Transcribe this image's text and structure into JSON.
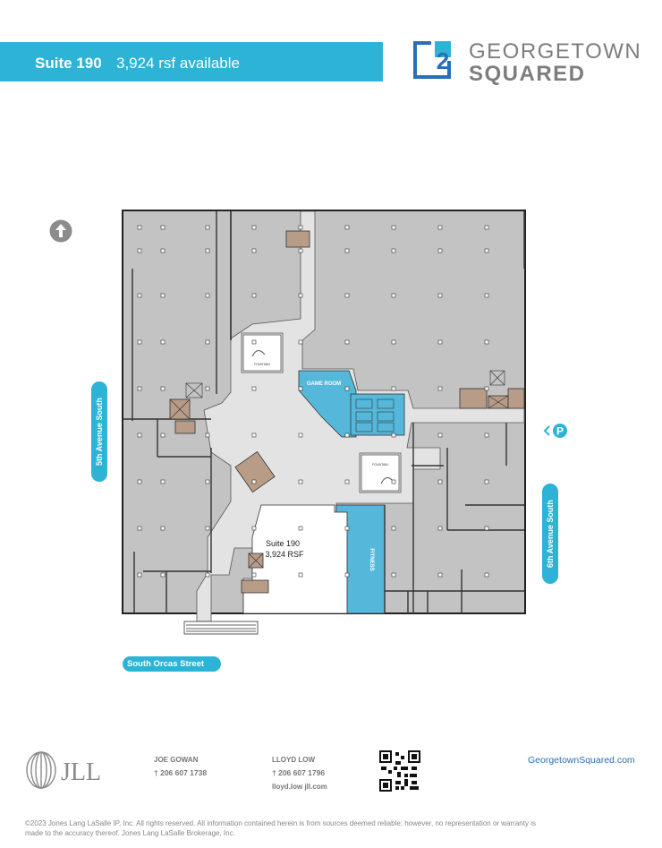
{
  "header": {
    "suite_label": "Suite 190",
    "availability": "3,924 rsf available",
    "brand_line1": "GEORGETOWN",
    "brand_line2": "SQUARED",
    "brand_digit": "2"
  },
  "map": {
    "streets": {
      "west": "5th Avenue South",
      "east": "6th Avenue South",
      "south": "South Orcas Street"
    },
    "rooms": {
      "game_room": "GAME ROOM",
      "fitness": "FITNESS",
      "fountain": "FOUNTAIN",
      "suite_name": "Suite 190",
      "suite_size": "3,924 RSF"
    },
    "parking_symbol": "P",
    "colors": {
      "accent": "#2cb3d6",
      "highlight": "#55b8da",
      "floor": "#c3c3c3",
      "corridor": "#e3e3e3",
      "suite": "#ffffff"
    }
  },
  "footer": {
    "jll_logo_text": "JLL",
    "contacts": [
      {
        "name": "JOE GOWAN",
        "phone": "† 206 607 1738",
        "email": ""
      },
      {
        "name": "LLOYD LOW",
        "phone": "† 206 607 1796",
        "email": "lloyd.low jll.com"
      }
    ],
    "website_prefix": "GeorgetownSquared",
    "website_suffix": ".com",
    "copyright": "©2023 Jones Lang LaSalle IP, Inc. All rights reserved. All information contained herein is from sources deemed reliable; however, no representation or warranty is made to the accuracy thereof. Jones Lang LaSalle Brokerage, Inc."
  }
}
